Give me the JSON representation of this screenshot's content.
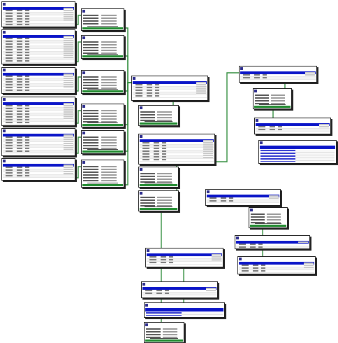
{
  "colors": {
    "wire": "#2e8b3a",
    "header_bar": "#0a14c8",
    "node_border": "#1a1a1a",
    "form_footer": "#1f8a2e"
  },
  "nodes": [
    {
      "id": "t1",
      "kind": "table",
      "title": ""
    },
    {
      "id": "t2",
      "kind": "table",
      "title": ""
    },
    {
      "id": "t3",
      "kind": "table",
      "title": ""
    },
    {
      "id": "t4",
      "kind": "table",
      "title": ""
    },
    {
      "id": "t5",
      "kind": "table",
      "title": ""
    },
    {
      "id": "t6",
      "kind": "table",
      "title": ""
    },
    {
      "id": "f1",
      "kind": "form",
      "title": ""
    },
    {
      "id": "f2",
      "kind": "form",
      "title": ""
    },
    {
      "id": "f3",
      "kind": "form",
      "title": ""
    },
    {
      "id": "f4",
      "kind": "form",
      "title": ""
    },
    {
      "id": "f5",
      "kind": "form",
      "title": ""
    },
    {
      "id": "f6",
      "kind": "form",
      "title": ""
    },
    {
      "id": "c1",
      "kind": "table",
      "title": ""
    },
    {
      "id": "c2",
      "kind": "form",
      "title": ""
    },
    {
      "id": "c3",
      "kind": "table",
      "title": ""
    },
    {
      "id": "c4",
      "kind": "form",
      "title": ""
    },
    {
      "id": "c5",
      "kind": "form",
      "title": ""
    },
    {
      "id": "r1",
      "kind": "table",
      "title": ""
    },
    {
      "id": "r2",
      "kind": "form",
      "title": ""
    },
    {
      "id": "r3",
      "kind": "table",
      "title": ""
    },
    {
      "id": "r4",
      "kind": "panel",
      "title": ""
    },
    {
      "id": "m1",
      "kind": "table",
      "title": ""
    },
    {
      "id": "m2",
      "kind": "form",
      "title": ""
    },
    {
      "id": "m3",
      "kind": "table",
      "title": ""
    },
    {
      "id": "m4",
      "kind": "table",
      "title": ""
    },
    {
      "id": "b1",
      "kind": "table",
      "title": ""
    },
    {
      "id": "b2",
      "kind": "table",
      "title": ""
    },
    {
      "id": "b3",
      "kind": "panel",
      "title": ""
    },
    {
      "id": "b4",
      "kind": "form",
      "title": ""
    }
  ],
  "edges": [
    [
      "t1",
      "f1"
    ],
    [
      "t2",
      "f2"
    ],
    [
      "t3",
      "f3"
    ],
    [
      "t4",
      "f4"
    ],
    [
      "t5",
      "f5"
    ],
    [
      "t6",
      "f6"
    ],
    [
      "f1",
      "c1"
    ],
    [
      "f2",
      "c1"
    ],
    [
      "f3",
      "c1"
    ],
    [
      "f4",
      "c1"
    ],
    [
      "f5",
      "c1"
    ],
    [
      "f6",
      "c1"
    ],
    [
      "c1",
      "c2"
    ],
    [
      "c3",
      "c4"
    ],
    [
      "c3",
      "c5"
    ],
    [
      "c3",
      "r1"
    ],
    [
      "r1",
      "r2"
    ],
    [
      "r2",
      "r3"
    ],
    [
      "m1",
      "m2"
    ],
    [
      "m2",
      "m4"
    ],
    [
      "c5",
      "b4"
    ],
    [
      "b1",
      "b3"
    ]
  ]
}
